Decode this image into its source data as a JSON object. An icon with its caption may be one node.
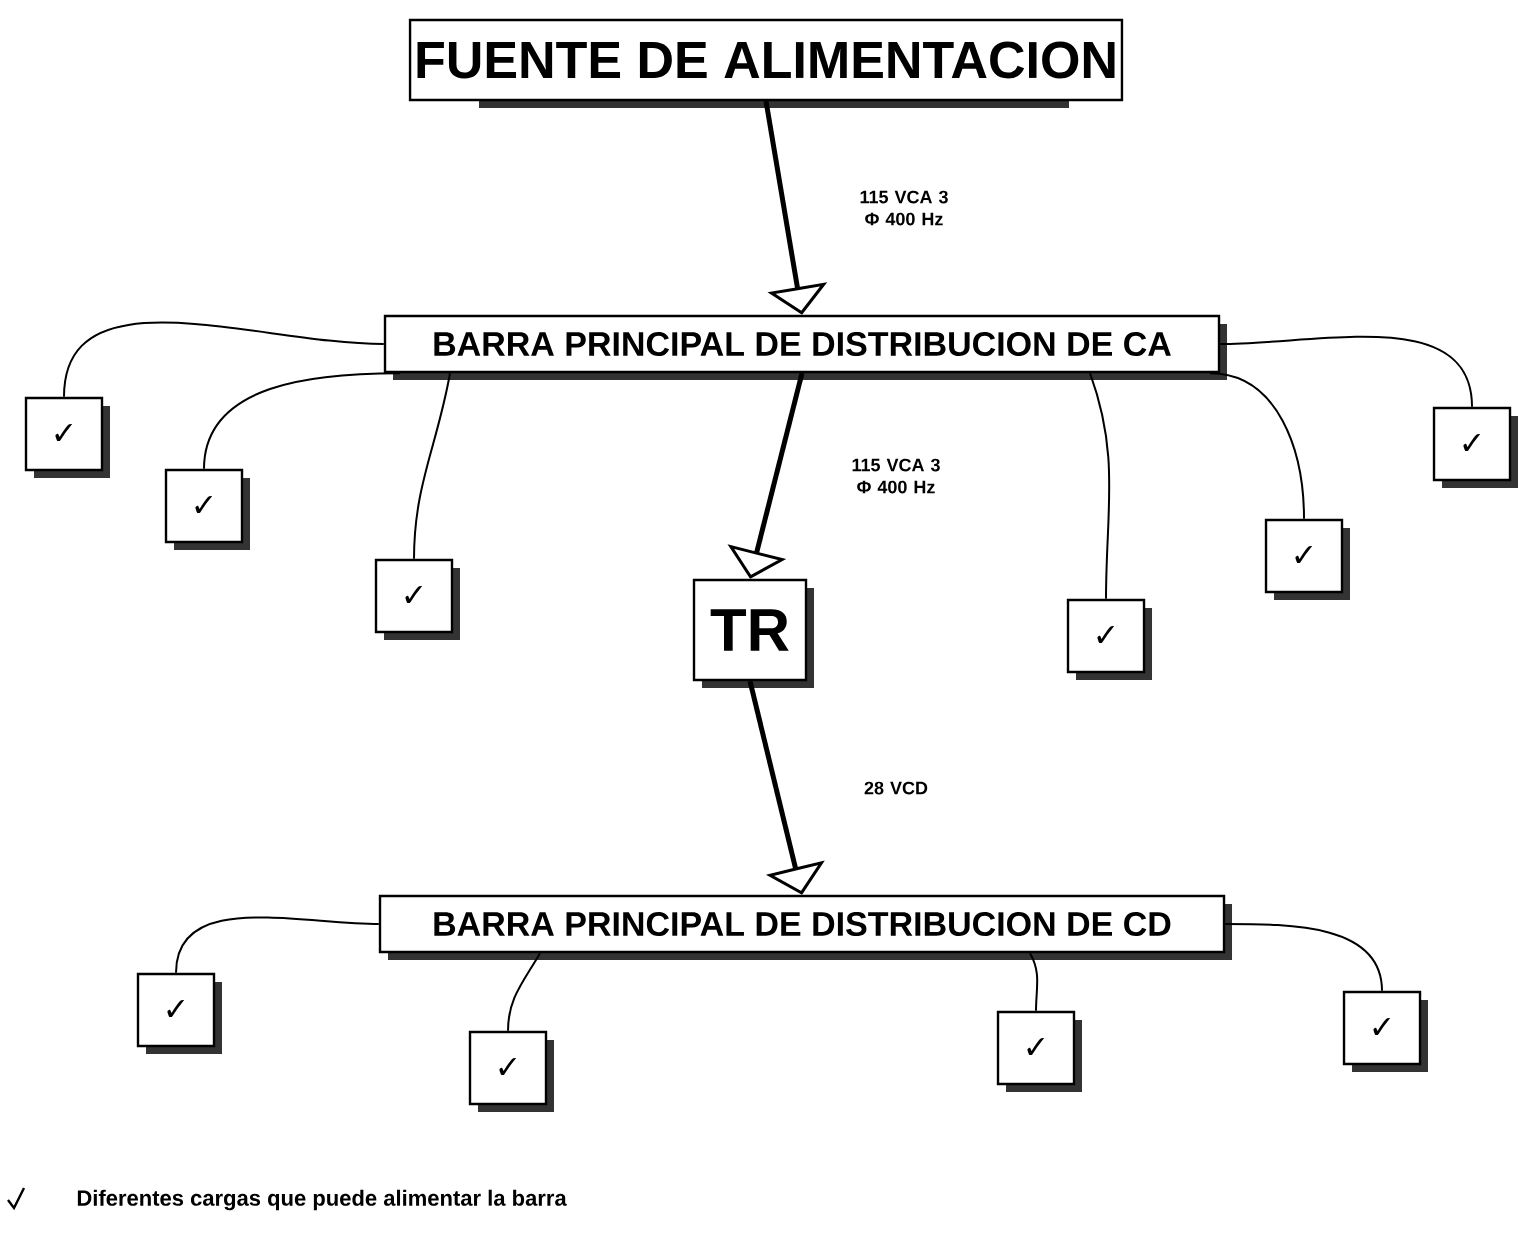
{
  "diagram": {
    "nodes": [
      {
        "text": [
          "FUENTE DE ALIMENTACION"
        ]
      },
      {
        "text": [
          "BARRA PRINCIPAL DE DISTRIBUCION DE CA"
        ]
      },
      {
        "text": [
          "TR"
        ]
      },
      {
        "text": [
          "BARRA PRINCIPAL DE DISTRIBUCION DE CD"
        ]
      },
      {
        "text": [
          "✓"
        ]
      },
      {
        "text": [
          "✓"
        ]
      },
      {
        "text": [
          "✓"
        ]
      },
      {
        "text": [
          "✓"
        ]
      },
      {
        "text": [
          "✓"
        ]
      },
      {
        "text": [
          "✓"
        ]
      },
      {
        "text": [
          "✓"
        ]
      },
      {
        "text": [
          "✓"
        ]
      },
      {
        "text": [
          "✓"
        ]
      },
      {
        "text": [
          "✓"
        ]
      }
    ],
    "edges": [
      {
        "from": 0,
        "to": 1,
        "arrow": "to",
        "label": "115 VCA 3 Φ 400 Hz",
        "style": "thick"
      },
      {
        "from": 1,
        "to": 2,
        "arrow": "to",
        "label": "115 VCA 3 Φ 400 Hz",
        "style": "thick"
      },
      {
        "from": 2,
        "to": 3,
        "arrow": "to",
        "label": "28 VCD",
        "style": "thick"
      },
      {
        "from": 1,
        "to": 4,
        "arrow": "none"
      },
      {
        "from": 1,
        "to": 5,
        "arrow": "none"
      },
      {
        "from": 1,
        "to": 6,
        "arrow": "none"
      },
      {
        "from": 1,
        "to": 7,
        "arrow": "none"
      },
      {
        "from": 1,
        "to": 8,
        "arrow": "none"
      },
      {
        "from": 1,
        "to": 9,
        "arrow": "none"
      },
      {
        "from": 3,
        "to": 10,
        "arrow": "none"
      },
      {
        "from": 3,
        "to": 11,
        "arrow": "none"
      },
      {
        "from": 3,
        "to": 12,
        "arrow": "none"
      },
      {
        "from": 3,
        "to": 13,
        "arrow": "none"
      }
    ],
    "legend": [
      {
        "text": "Diferentes cargas que puede alimentar la barra"
      }
    ]
  }
}
